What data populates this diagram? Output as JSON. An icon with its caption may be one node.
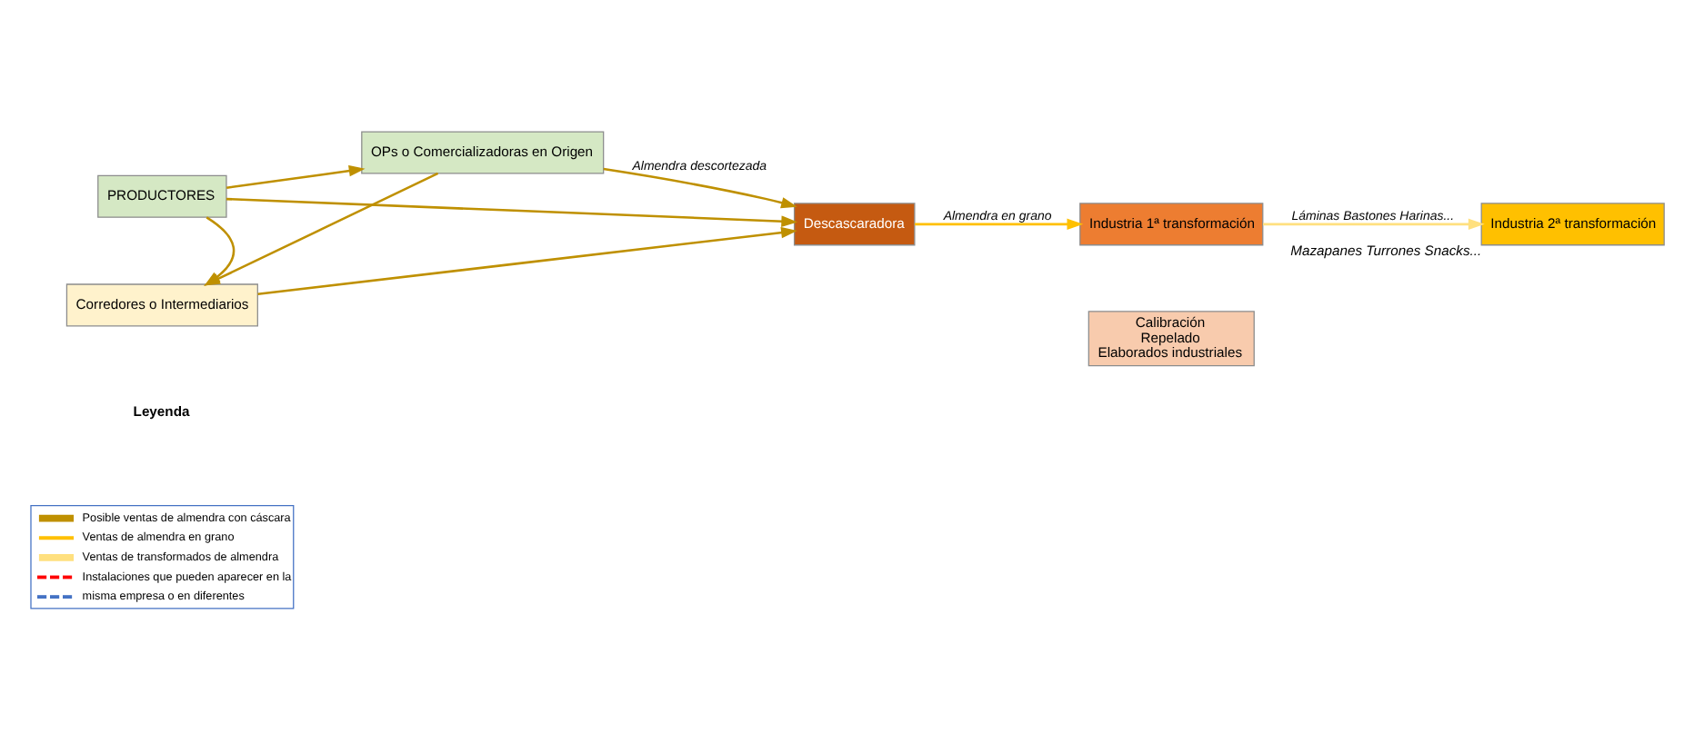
{
  "diagram": {
    "nodes": [
      {
        "text": [
          "PRODUCTORES"
        ]
      },
      {
        "text": [
          "OPs o Comercializadoras en Origen"
        ]
      },
      {
        "text": [
          "Corredores o Intermediarios"
        ]
      },
      {
        "text": [
          "Descascaradora"
        ]
      },
      {
        "text": [
          "Industria 1ª transformación"
        ]
      },
      {
        "text": [
          "Calibración",
          "Repelado",
          "Elaborados industriales"
        ]
      },
      {
        "text": [
          "Industria 2ª transformación"
        ],
        "beside": [
          "Mazapanes Turrones Snacks..."
        ]
      }
    ],
    "edges": [
      {
        "from": 0,
        "to": 1,
        "arrow": "to"
      },
      {
        "from": 0,
        "to": 2,
        "arrow": "to"
      },
      {
        "from": 0,
        "to": 3,
        "arrow": "to"
      },
      {
        "from": 1,
        "to": 2,
        "arrow": "to"
      },
      {
        "from": 1,
        "to": 3,
        "arrow": "to",
        "label": "Almendra descortezada"
      },
      {
        "from": 2,
        "to": 3,
        "arrow": "to"
      },
      {
        "from": 3,
        "to": 4,
        "arrow": "to",
        "color": "#ffc000",
        "label": "Almendra en grano"
      },
      {
        "from": 4,
        "to": 6,
        "arrow": "to",
        "color": "#ffe07f",
        "label": "Láminas Bastones Harinas..."
      }
    ],
    "labels": [
      "Leyenda"
    ],
    "legend": [
      {
        "text": "Posible ventas de almendra con cáscara"
      },
      {
        "text": "Ventas de almendra en grano"
      },
      {
        "text": "Ventas de transformados de almendra"
      },
      {
        "text": "Instalaciones que pueden aparecer en la"
      },
      {
        "text": "misma empresa o en diferentes"
      }
    ]
  }
}
